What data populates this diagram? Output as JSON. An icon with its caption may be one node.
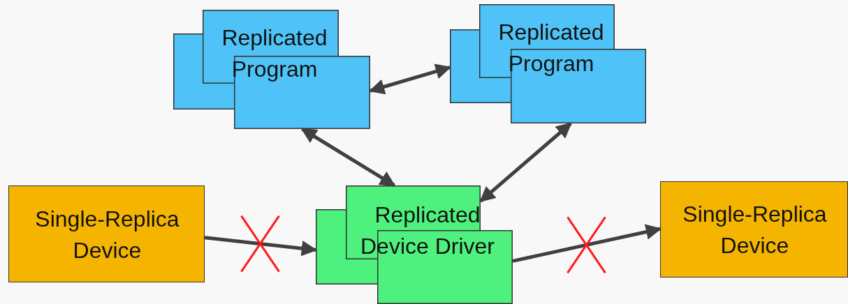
{
  "diagram": {
    "nodes": [
      {
        "text": [
          "Replicated Program"
        ]
      },
      {
        "text": [
          "Replicated Program"
        ]
      },
      {
        "text": [
          "Single-Replica Device"
        ]
      },
      {
        "text": [
          "Replicated Device Driver"
        ]
      },
      {
        "text": [
          "Single-Replica Device"
        ]
      }
    ],
    "edges": [
      {
        "from": 0,
        "to": 1,
        "arrow": "both"
      },
      {
        "from": 0,
        "to": 3,
        "arrow": "both"
      },
      {
        "from": 1,
        "to": 3,
        "arrow": "both"
      },
      {
        "from": 2,
        "to": 3,
        "arrow": "to"
      },
      {
        "from": 3,
        "to": 4,
        "arrow": "to"
      }
    ]
  }
}
